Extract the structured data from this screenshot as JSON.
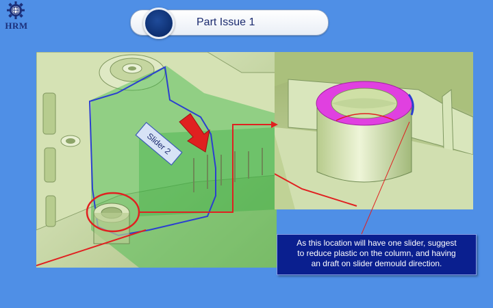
{
  "logo": {
    "text": "HRM"
  },
  "title": {
    "text": "Part Issue 1"
  },
  "slider_label": "Slider 2",
  "callout": {
    "lines": [
      "As this location will have one slider, suggest",
      "to reduce plastic on the column, and having",
      "an draft on slider demould direction."
    ]
  },
  "colors": {
    "background": "#4f8fe6",
    "part_green": "#c6d6a3",
    "slider_overlay": "#3fb84a",
    "parting_line": "#2a3fd0",
    "highlight_circle": "#e02020",
    "column_top": "#e040e0",
    "callout_bg": "#0a1f8f"
  },
  "icons": {
    "logo": "gear-globe-icon",
    "arrow": "red-arrow-icon"
  }
}
